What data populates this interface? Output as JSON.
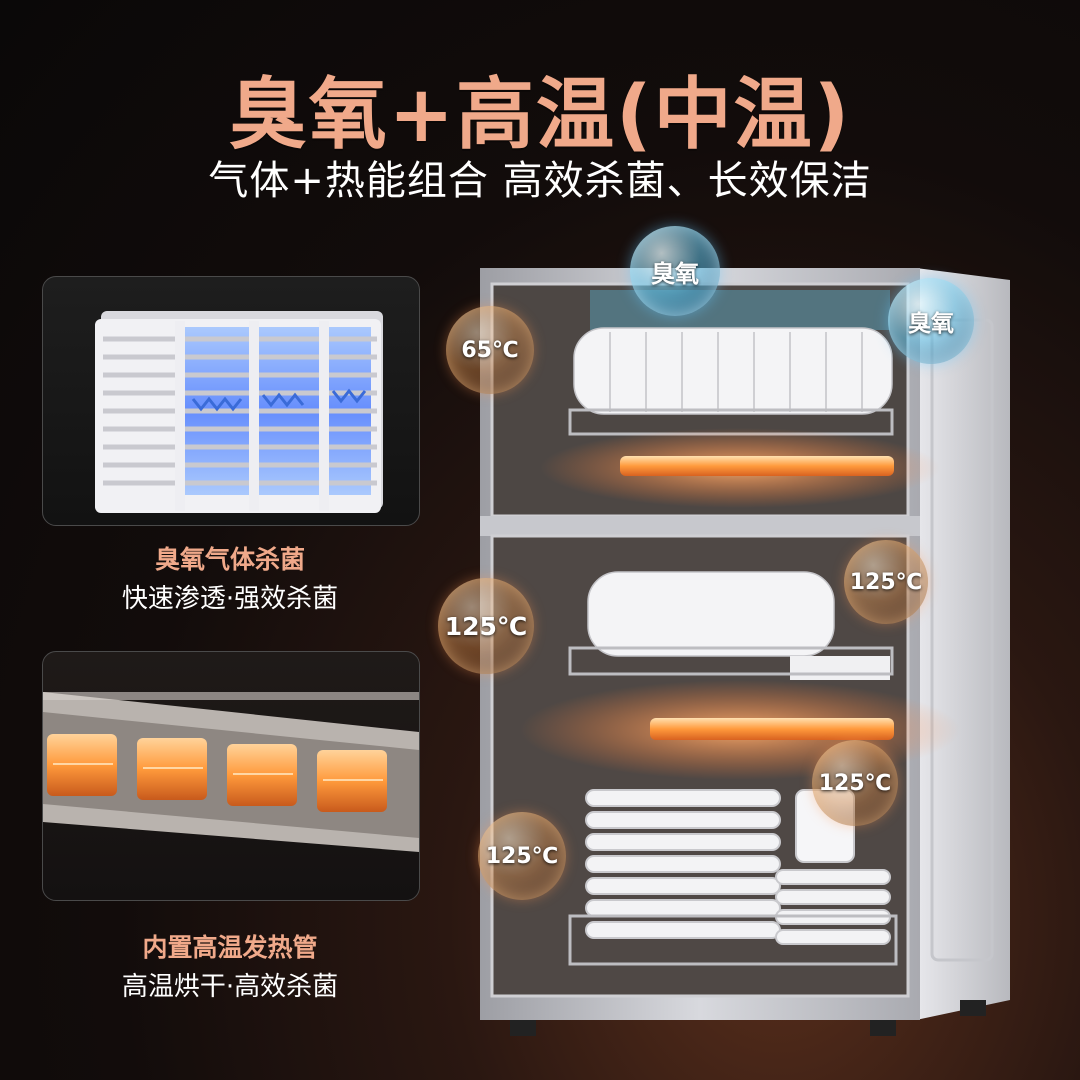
{
  "header": {
    "title": "臭氧+高温(中温)",
    "subtitle": "气体+热能组合 高效杀菌、长效保洁"
  },
  "features": [
    {
      "title": "臭氧气体杀菌",
      "subtitle": "快速渗透·强效杀菌",
      "icon": "ozone-generator-icon"
    },
    {
      "title": "内置高温发热管",
      "subtitle": "高温烘干·高效杀菌",
      "icon": "heating-tube-icon"
    }
  ],
  "badges": {
    "ozone_top": "臭氧",
    "ozone_right": "臭氧",
    "temp_upper": "65℃",
    "temp_mid_left": "125℃",
    "temp_mid_right": "125℃",
    "temp_low_right": "125℃",
    "temp_low_left": "125℃"
  },
  "colors": {
    "accent": "#f0a98a",
    "background": "#0a0808",
    "heat_glow": "#ff8a3c",
    "ozone_blue": "#5ec8ef"
  }
}
